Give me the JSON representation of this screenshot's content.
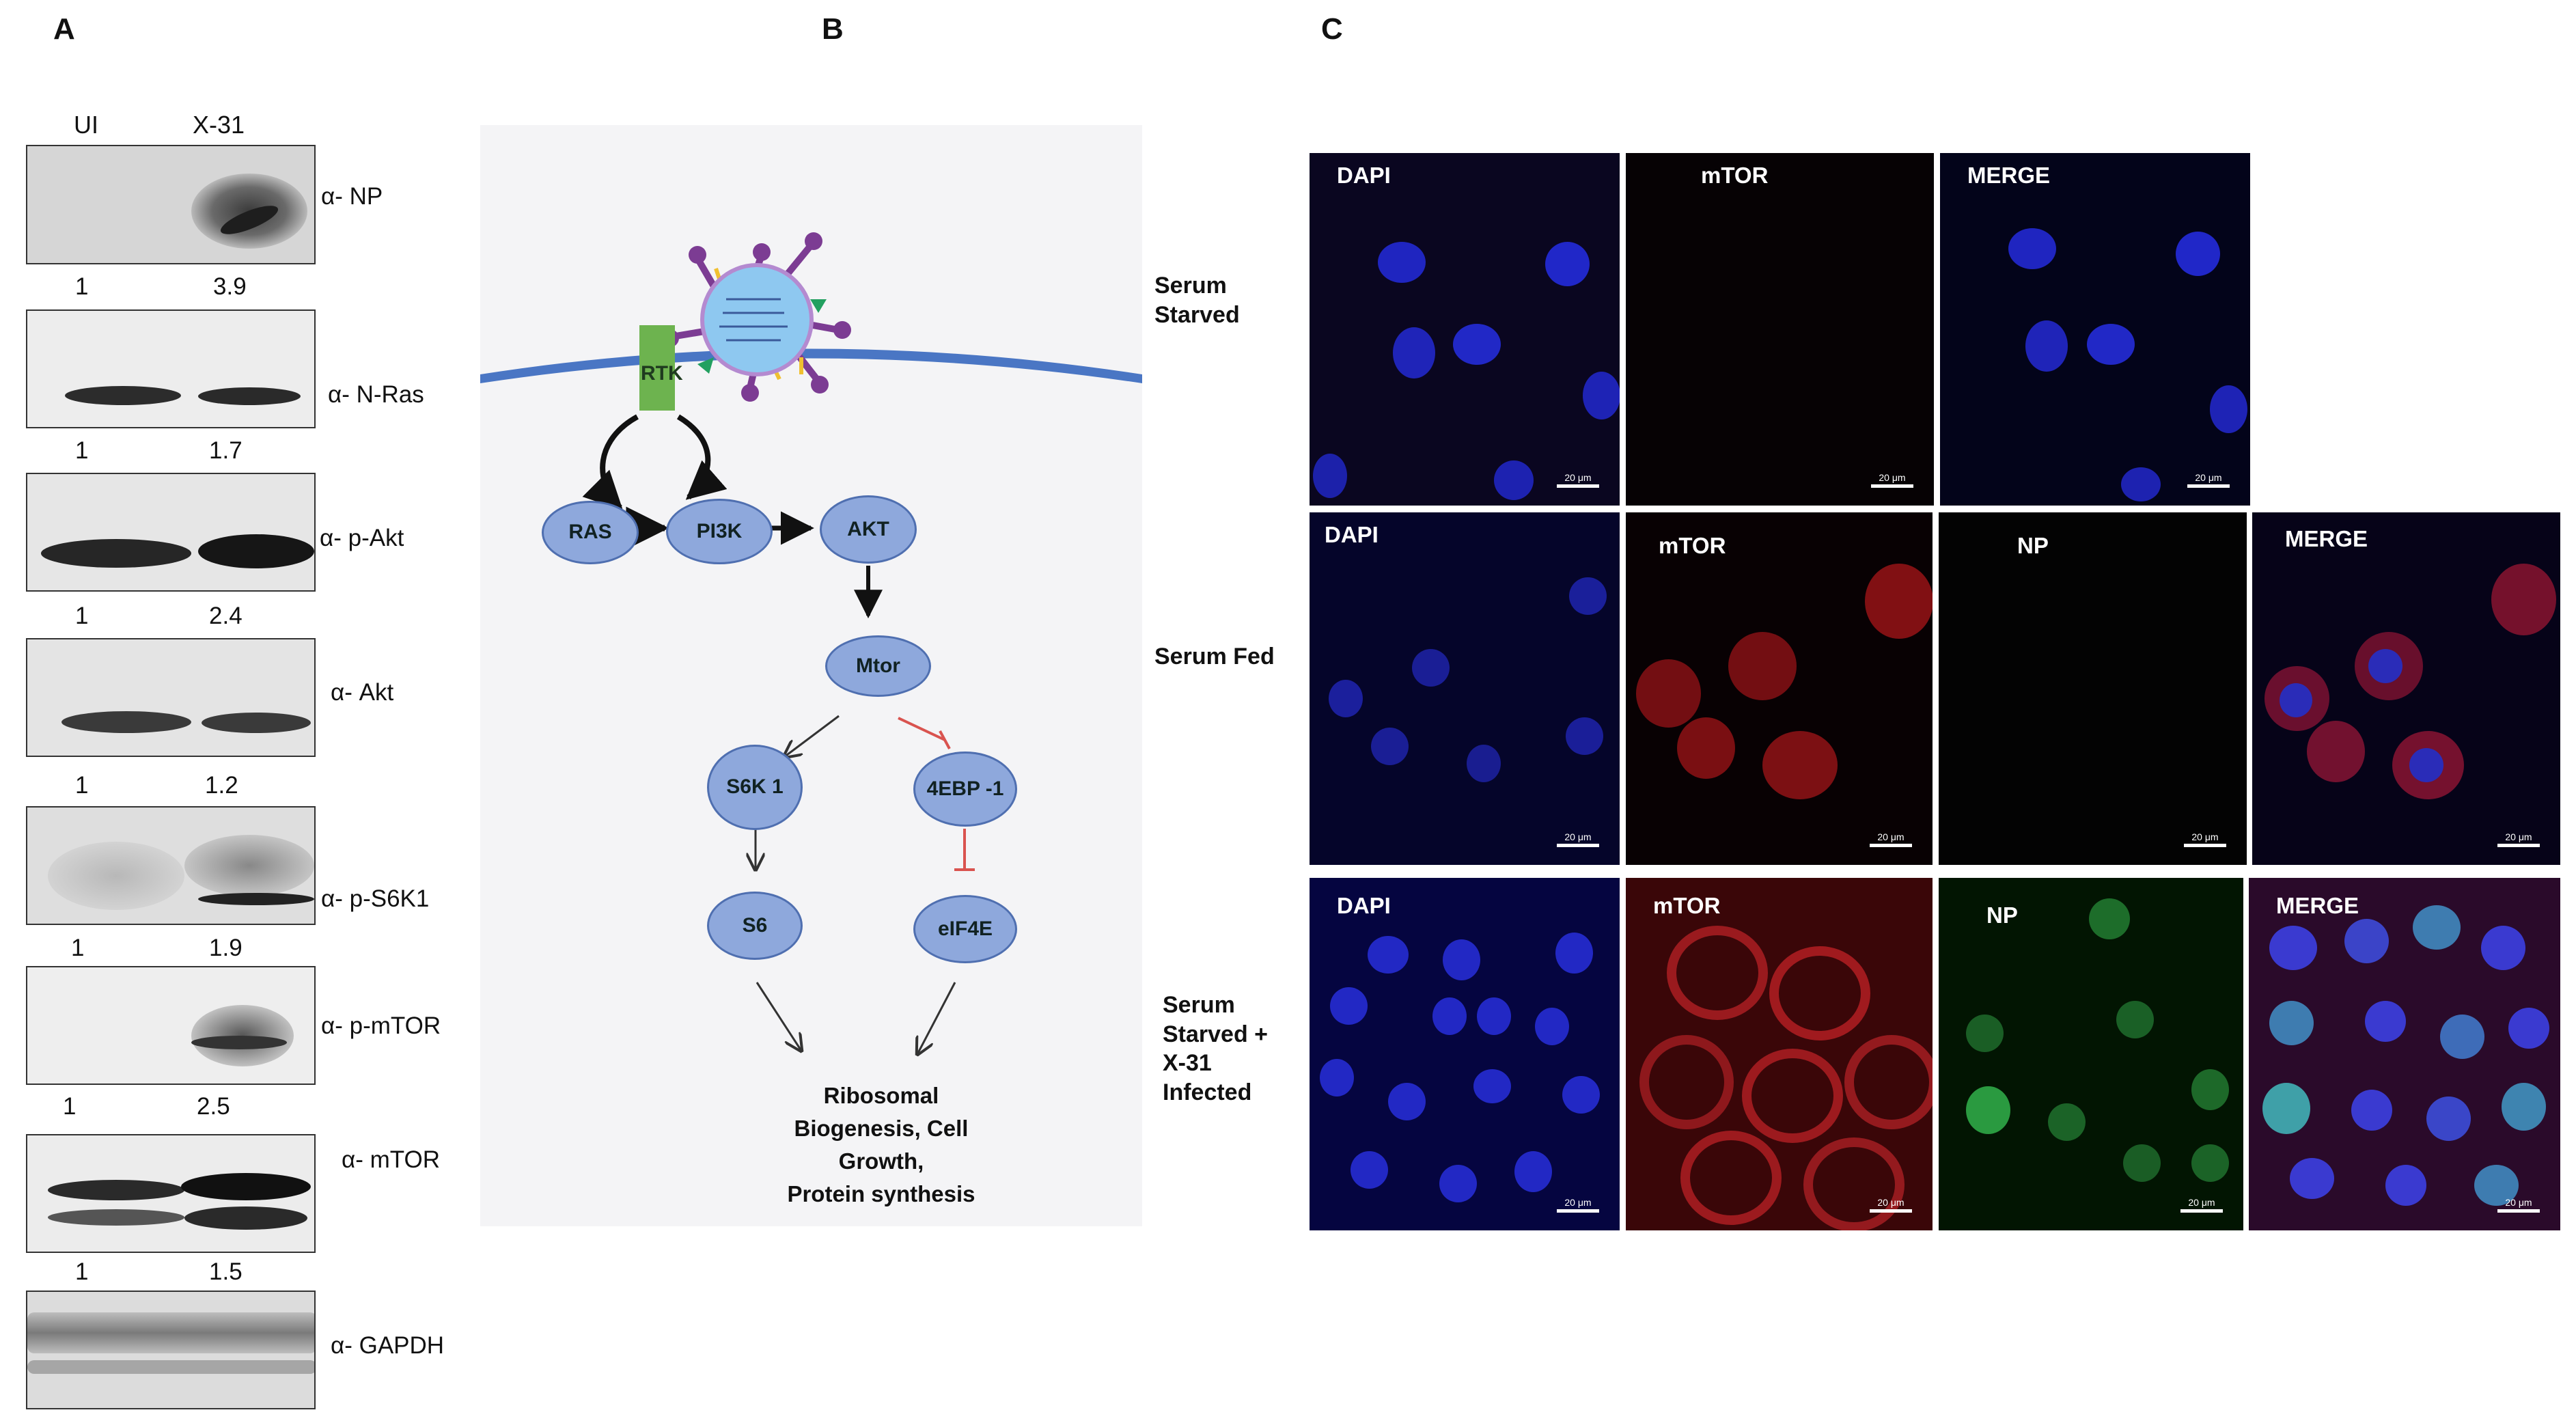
{
  "panels": {
    "a": "A",
    "b": "B",
    "c": "C"
  },
  "western": {
    "lanes": [
      "UI",
      "X-31"
    ],
    "blots": [
      {
        "antibody": "α- NP"
      },
      {
        "antibody": "α- N-Ras",
        "quant": [
          "1",
          "3.9"
        ]
      },
      {
        "antibody": "α- p-Akt",
        "quant": [
          "1",
          "1.7"
        ]
      },
      {
        "antibody": "α- Akt",
        "quant": [
          "1",
          "2.4"
        ]
      },
      {
        "antibody": "α- p-S6K1",
        "quant": [
          "1",
          "1.2"
        ]
      },
      {
        "antibody": "α- p-mTOR",
        "quant": [
          "1",
          "1.9"
        ]
      },
      {
        "antibody": "α- mTOR",
        "quant": [
          "1",
          "2.5"
        ]
      },
      {
        "antibody": "α- GAPDH",
        "quant": [
          "1",
          "1.5"
        ]
      }
    ]
  },
  "pathway": {
    "rtk": "RTK",
    "ras": "RAS",
    "pi3k": "PI3K",
    "akt": "AKT",
    "mtor": "Mtor",
    "s6k1": "S6K 1",
    "ebp": "4EBP -1",
    "s6": "S6",
    "eif4e": "eIF4E",
    "outcome": [
      "Ribosomal",
      "Biogenesis, Cell",
      "Growth,",
      "Protein synthesis"
    ],
    "colors": {
      "node": "#8ea8dc",
      "membrane": "#4a76c4",
      "rtk": "#6db34f",
      "inhibit": "#d9534f"
    }
  },
  "microscopy": {
    "row_labels": {
      "serum_starved": [
        "Serum",
        "Starved"
      ],
      "serum_fed": [
        "Serum Fed"
      ],
      "infected": [
        "Serum",
        "Starved +",
        "X-31",
        "Infected"
      ]
    },
    "row1": [
      "DAPI",
      "mTOR",
      "MERGE"
    ],
    "row2": [
      "DAPI",
      "mTOR",
      "NP",
      "MERGE"
    ],
    "row3": [
      "DAPI",
      "mTOR",
      "NP",
      "MERGE"
    ],
    "scale": "20 μm"
  }
}
